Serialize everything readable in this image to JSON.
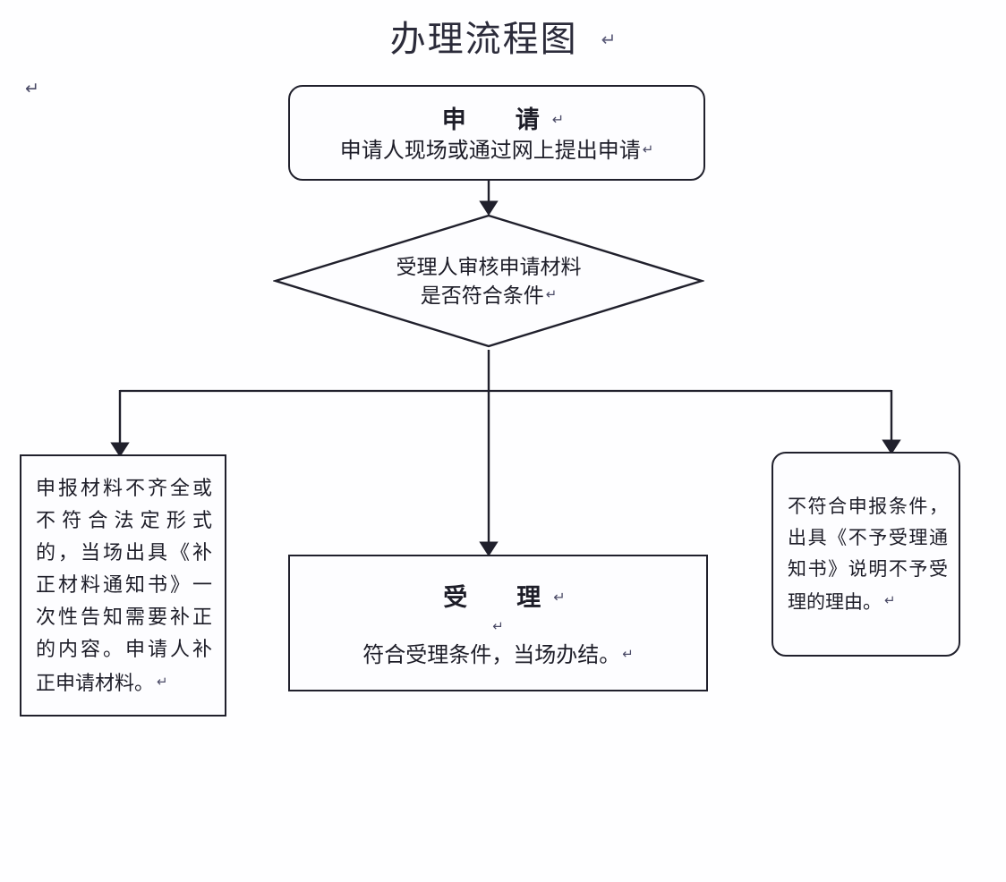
{
  "document": {
    "title": "办理流程图",
    "title_mark": "↵",
    "stray_mark": "↵"
  },
  "colors": {
    "stroke": "#20202c",
    "text": "#1d1d28",
    "title_text": "#2b2b3a",
    "mark": "#4a4a66",
    "background": "#fefeff"
  },
  "flowchart": {
    "type": "flowchart",
    "nodes": [
      {
        "id": "apply",
        "shape": "rounded-rectangle",
        "heading": "申　请",
        "heading_mark": "↵",
        "body": "申请人现场或通过网上提出申请",
        "body_mark": "↵"
      },
      {
        "id": "review",
        "shape": "diamond",
        "line1": "受理人审核申请材料",
        "line2": "是否符合条件",
        "line2_mark": "↵"
      },
      {
        "id": "amend",
        "shape": "rectangle",
        "text": "申报材料不齐全或不符合法定形式的，当场出具《补正材料通知书》一次性告知需要补正的内容。申请人补正申请材料。",
        "text_mark": "↵"
      },
      {
        "id": "accept",
        "shape": "rectangle",
        "heading": "受　理",
        "heading_mark": "↵",
        "spacer_mark": "↵",
        "body": "符合受理条件，当场办结。",
        "body_mark": "↵"
      },
      {
        "id": "reject",
        "shape": "rounded-rectangle",
        "text": "不符合申报条件，出具《不予受理通知书》说明不予受理的理由。",
        "text_mark": "↵"
      }
    ],
    "edges": [
      {
        "from": "apply",
        "to": "review",
        "style": "straight-arrow-down"
      },
      {
        "from": "review",
        "to": "amend",
        "style": "elbow-left-arrow-down"
      },
      {
        "from": "review",
        "to": "accept",
        "style": "straight-arrow-down"
      },
      {
        "from": "review",
        "to": "reject",
        "style": "elbow-right-arrow-down"
      }
    ]
  }
}
